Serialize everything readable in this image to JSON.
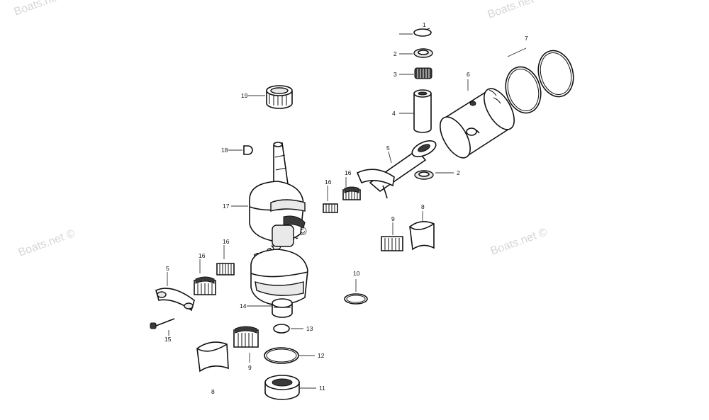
{
  "watermarks": {
    "text": "Boats.net ©",
    "top_left": "Boats.net",
    "top_right": "Boats.net",
    "center": "Boats.net ©"
  },
  "callouts": {
    "c1": "1",
    "c2a": "2",
    "c2b": "2",
    "c3": "3",
    "c4": "4",
    "c5a": "5",
    "c5b": "5",
    "c6": "6",
    "c7": "7",
    "c8a": "8",
    "c8b": "8",
    "c9a": "9",
    "c9b": "9",
    "c10": "10",
    "c11": "11",
    "c12": "12",
    "c13": "13",
    "c14": "14",
    "c15": "15",
    "c16a": "16",
    "c16b": "16",
    "c16c": "16",
    "c16d": "16",
    "c17": "17",
    "c18": "18",
    "c19": "19"
  }
}
